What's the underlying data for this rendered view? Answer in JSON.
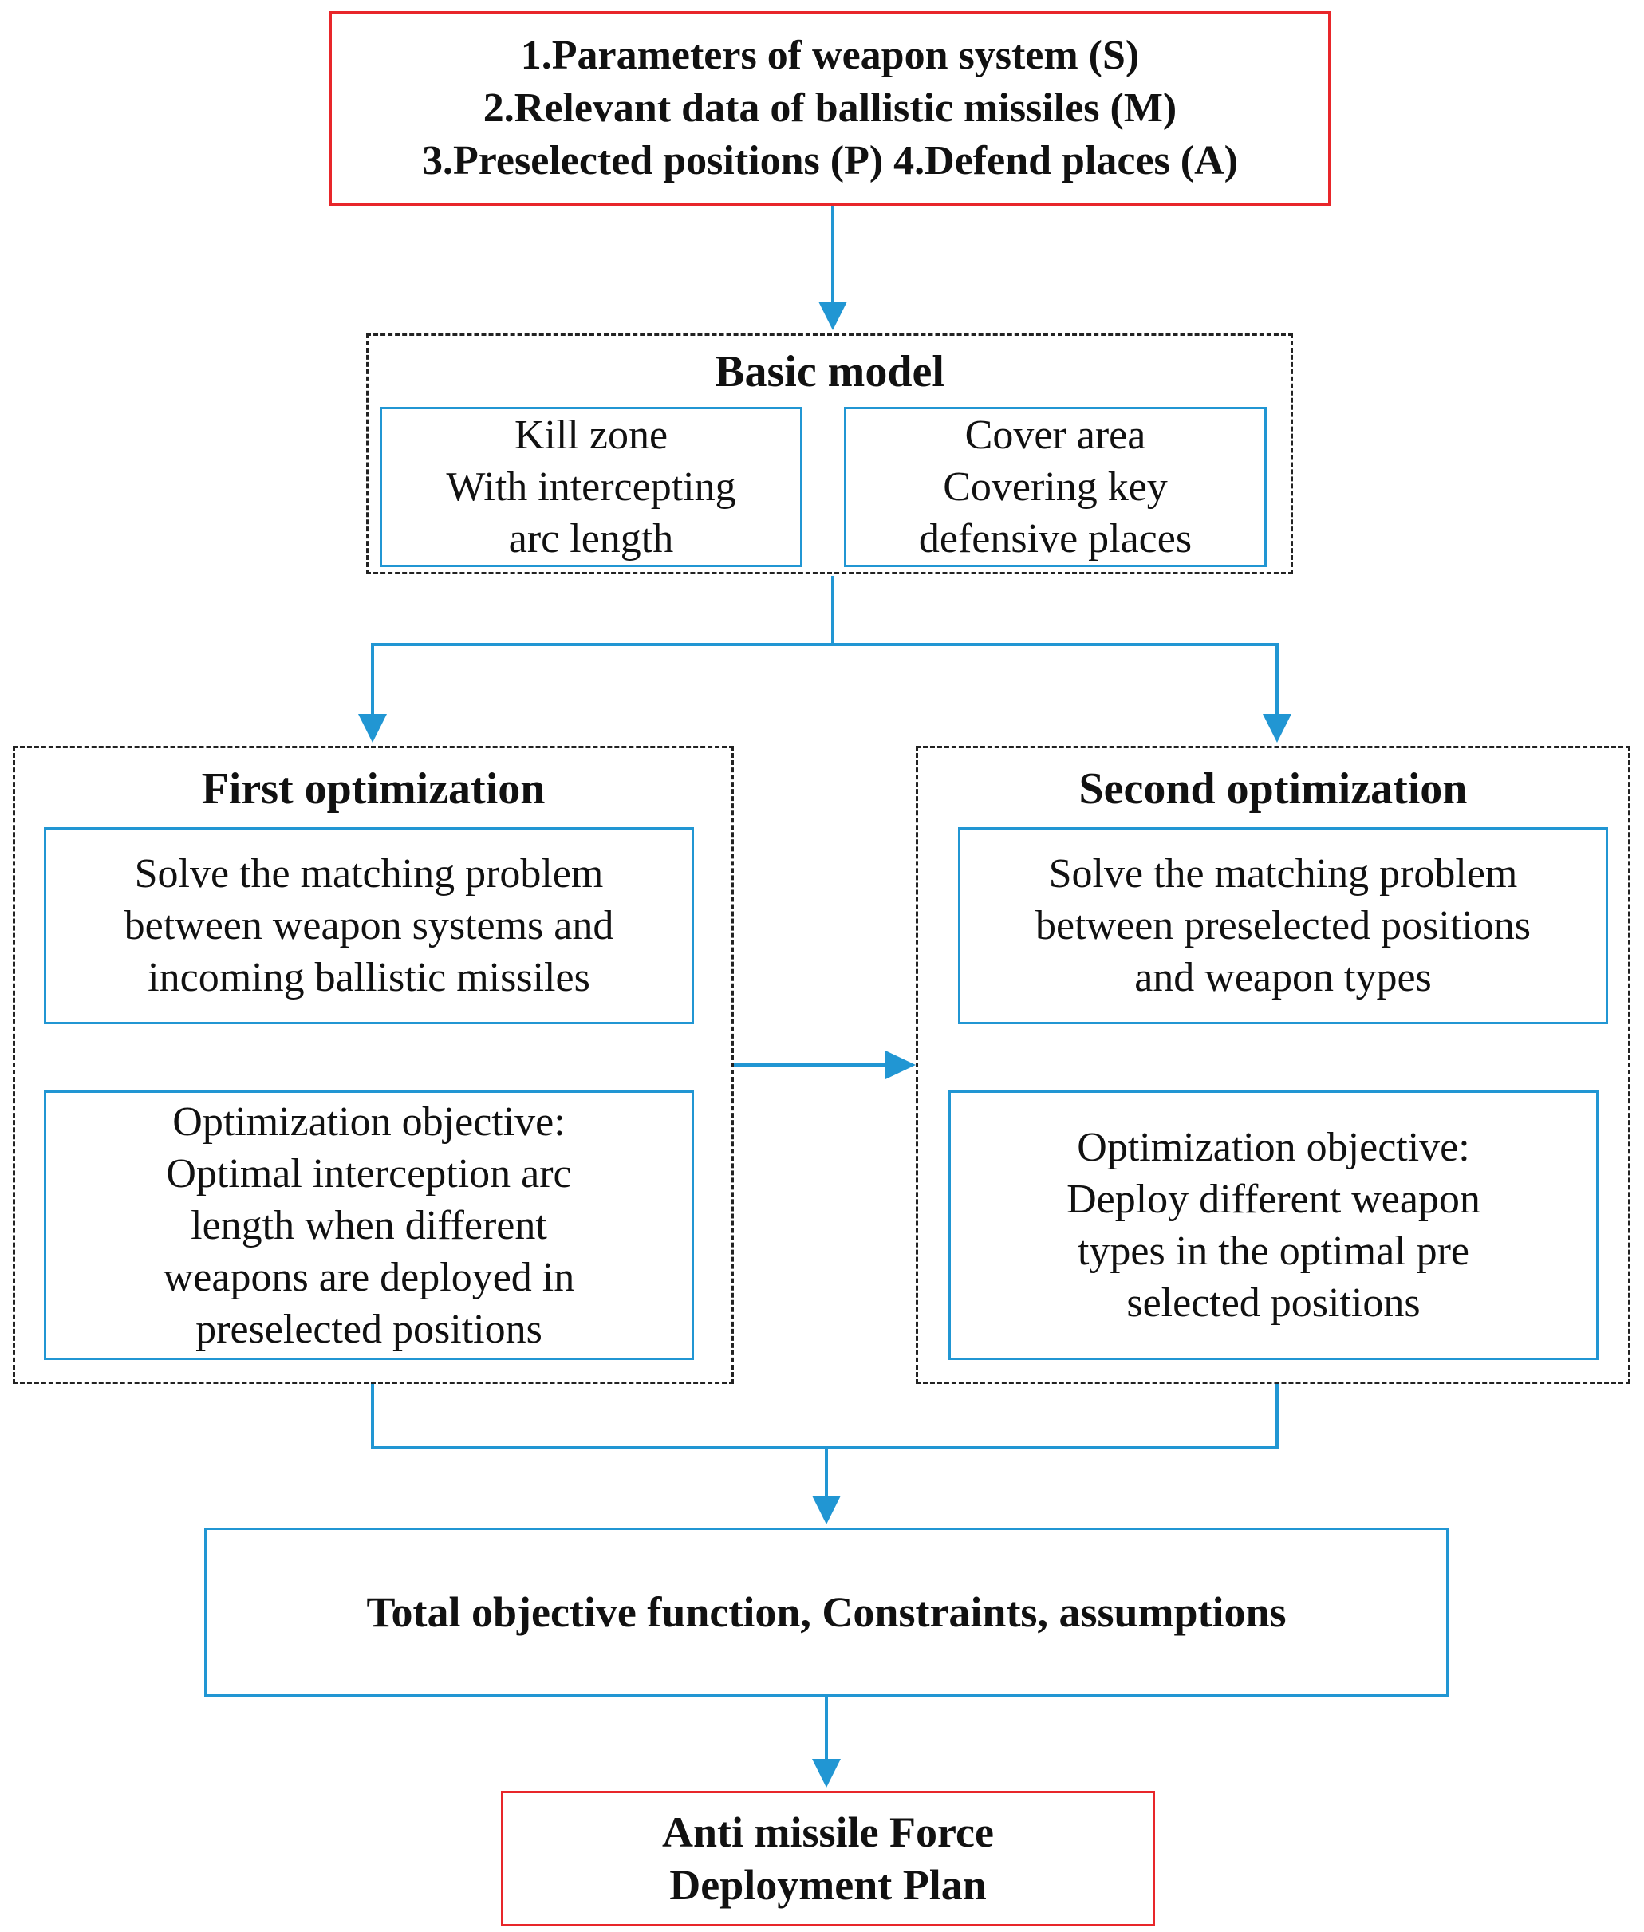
{
  "inputs": {
    "lines": [
      "1.Parameters of weapon system (S)",
      "2.Relevant data of ballistic missiles (M)",
      "3.Preselected positions (P) 4.Defend places (A)"
    ]
  },
  "basic_model": {
    "title": "Basic model",
    "kill_zone": [
      "Kill zone",
      "With intercepting",
      "arc length"
    ],
    "cover_area": [
      "Cover area",
      "Covering key",
      "defensive places"
    ]
  },
  "first_optimization": {
    "title": "First optimization",
    "problem": [
      "Solve the matching problem",
      "between weapon systems and",
      "incoming ballistic missiles"
    ],
    "objective": [
      "Optimization objective:",
      "Optimal interception arc",
      "length when different",
      "weapons are deployed in",
      "preselected positions"
    ]
  },
  "second_optimization": {
    "title": "Second optimization",
    "problem": [
      "Solve the matching problem",
      "between preselected positions",
      "and weapon types"
    ],
    "objective": [
      "Optimization objective:",
      "Deploy different weapon",
      "types in the optimal pre",
      "selected positions"
    ]
  },
  "total": {
    "label": "Total objective function, Constraints, assumptions"
  },
  "output": {
    "lines": [
      "Anti missile Force",
      "Deployment Plan"
    ]
  },
  "colors": {
    "input_output_border": "#e8262a",
    "content_border": "#2196d3",
    "arrow": "#2196d3",
    "group_border": "#222222"
  }
}
